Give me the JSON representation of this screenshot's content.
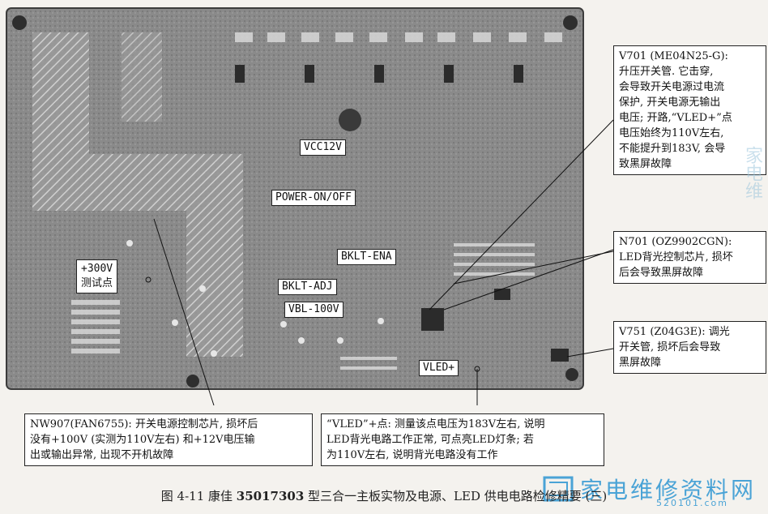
{
  "board_labels": {
    "vcc12v": "VCC12V",
    "power_on_off": "POWER-ON/OFF",
    "bklt_ena": "BKLT-ENA",
    "bklt_adj": "BKLT-ADJ",
    "vbl_100v": "VBL-100V",
    "vled_plus": "VLED+",
    "test_point_line1": "+300V",
    "test_point_line2": "测试点"
  },
  "notes": {
    "v701": {
      "lines": [
        "V701 (ME04N25-G):",
        "升压开关管. 它击穿,",
        "会导致开关电源过电流",
        "保护, 开关电源无输出",
        "电压; 开路,“VLED+”点",
        "电压始终为110V左右,",
        "不能提升到183V, 会导",
        "致黑屏故障"
      ]
    },
    "n701": {
      "lines": [
        "N701 (OZ9902CGN):",
        "LED背光控制芯片, 损坏",
        "后会导致黑屏故障"
      ]
    },
    "v751": {
      "lines": [
        "V751 (Z04G3E): 调光",
        "开关管, 损坏后会导致",
        "黑屏故障"
      ]
    },
    "nw907": {
      "lines": [
        "NW907(FAN6755): 开关电源控制芯片, 损坏后",
        "没有+100V (实测为110V左右) 和+12V电压输",
        "出或输出异常, 出现不开机故障"
      ]
    },
    "vled": {
      "lines": [
        "“VLED”+点: 测量该点电压为183V左右, 说明",
        "LED背光电路工作正常, 可点亮LED灯条; 若",
        "为110V左右, 说明背光电路没有工作"
      ]
    }
  },
  "caption": {
    "prefix": "图 4-11  康佳 ",
    "model": "35017303",
    "suffix": " 型三合一主板实物及电源、LED 供电电路检修精要 (三)"
  },
  "watermark": {
    "brand": "家电维修资料网",
    "url": "520101.com",
    "side_text": "家电维"
  },
  "colors": {
    "board": "#8e8e8e",
    "board_dark": "#5a5a5a",
    "logo_blue": "#4aa3d6"
  }
}
